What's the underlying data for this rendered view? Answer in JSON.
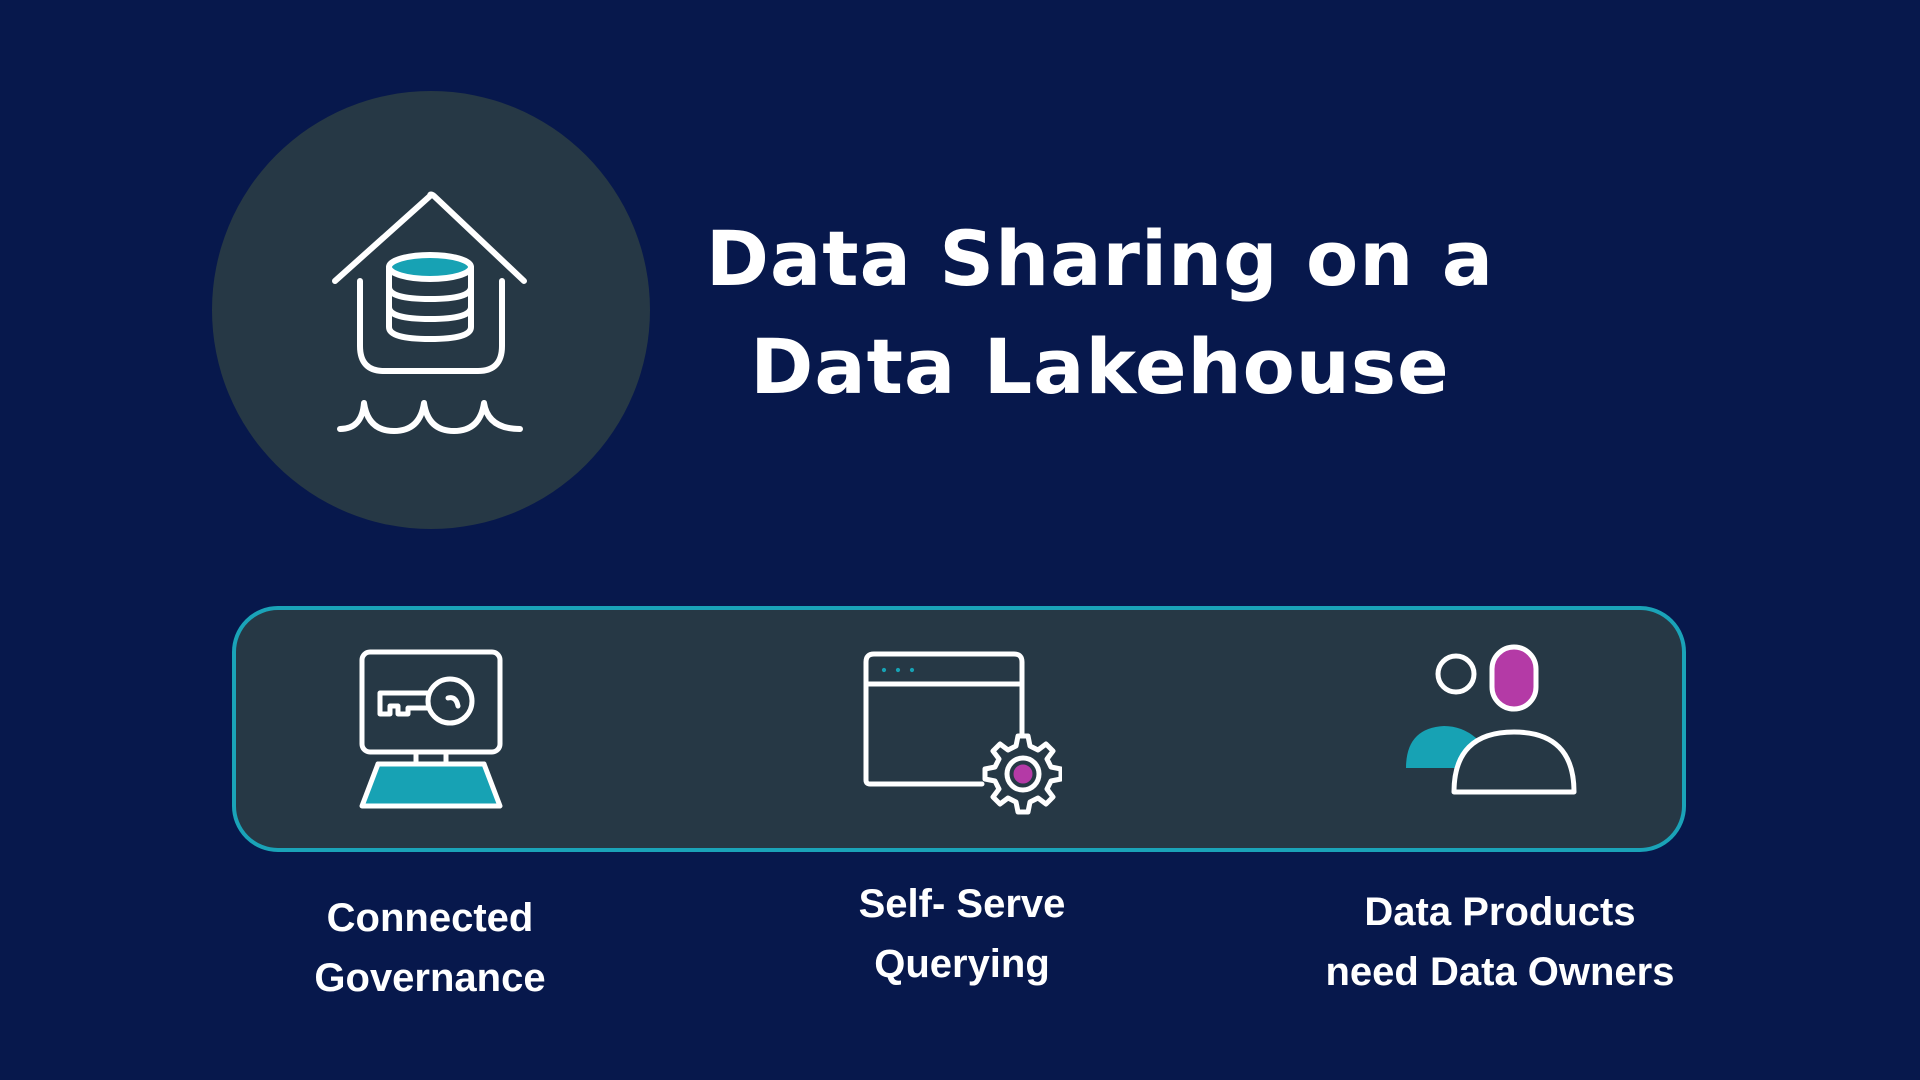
{
  "title": {
    "line1": "Data Sharing on a",
    "line2": "Data Lakehouse"
  },
  "hero": {
    "icon": "lakehouse-database-icon"
  },
  "features": [
    {
      "icon": "monitor-key-icon",
      "label_line1": "Connected",
      "label_line2": "Governance"
    },
    {
      "icon": "browser-gear-icon",
      "label_line1": "Self- Serve",
      "label_line2": "Querying"
    },
    {
      "icon": "users-icon",
      "label_line1": "Data Products",
      "label_line2": "need Data Owners"
    }
  ],
  "colors": {
    "background": "#07184c",
    "panel": "#263845",
    "panel_border": "#1aa3b8",
    "teal_accent": "#17a2b4",
    "magenta_accent": "#b43aa6",
    "line": "#ffffff"
  }
}
